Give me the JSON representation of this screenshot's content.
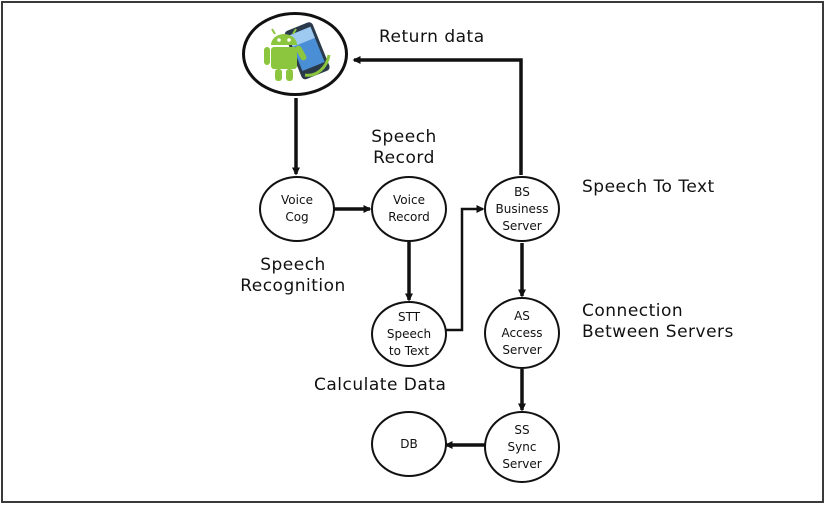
{
  "labels": {
    "return_data": "Return data",
    "speech_record": "Speech\nRecord",
    "speech_to_text": "Speech To Text",
    "speech_recognition": "Speech\nRecognition",
    "connection_between_servers": "Connection\nBetween Servers",
    "calculate_data": "Calculate Data"
  },
  "nodes": {
    "voice_cog": "Voice\nCog",
    "voice_record": "Voice\nRecord",
    "stt": "STT\nSpeech\nto Text",
    "bs": "BS\nBusiness\nServer",
    "as": "AS\nAccess\nServer",
    "ss": "SS\nSync\nServer",
    "db": "DB"
  },
  "icons": {
    "device": "android-phone-icon"
  },
  "colors": {
    "android_green": "#8cc63f",
    "phone_body": "#2b3a4a",
    "phone_screen": "#4a8fd6",
    "line": "#111111"
  }
}
